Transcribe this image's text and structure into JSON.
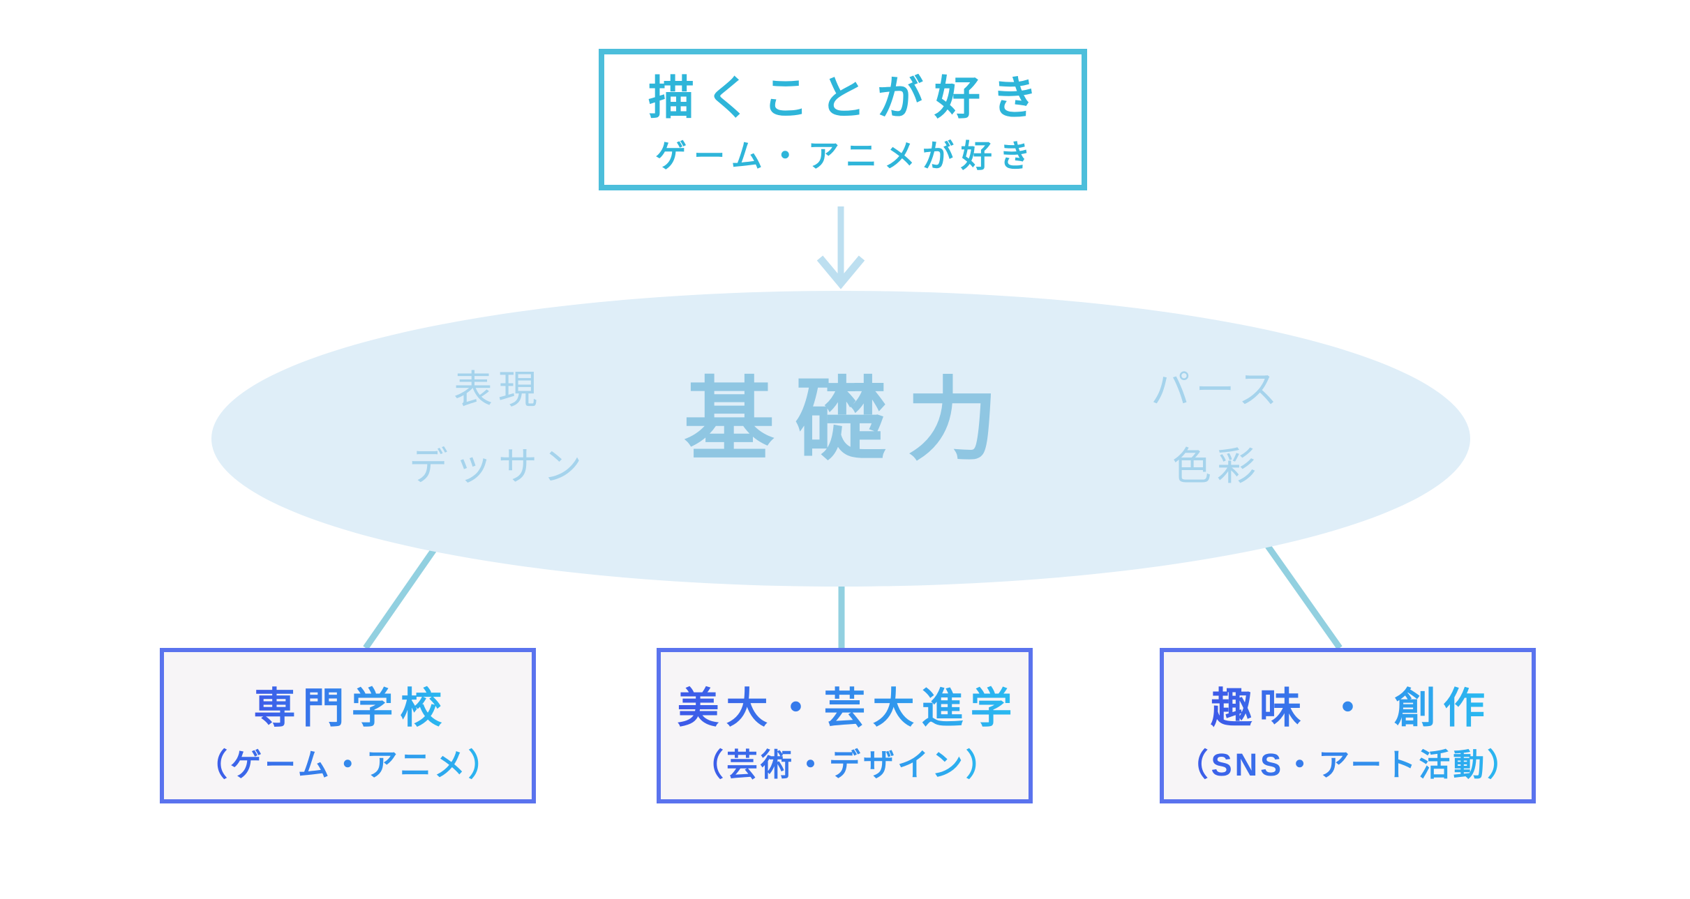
{
  "diagram": {
    "top_box": {
      "title": "描くことが好き",
      "subtitle": "ゲーム・アニメが好き"
    },
    "center_ellipse": {
      "main_label": "基礎力",
      "left_keywords": [
        "表現",
        "デッサン"
      ],
      "right_keywords": [
        "パース",
        "色彩"
      ]
    },
    "bottom_boxes": [
      {
        "title": "専門学校",
        "subtitle": "（ゲーム・アニメ）"
      },
      {
        "title": "美大・芸大進学",
        "subtitle": "（芸術・デザイン）"
      },
      {
        "title": "趣味 ・ 創作",
        "subtitle": "（SNS・アート活動）"
      }
    ],
    "colors": {
      "top_box_border": "#4CBEDB",
      "top_box_text": "#2EB5D9",
      "arrow": "#BDDFF0",
      "ellipse_fill": "#DFEEF8",
      "ellipse_main_text": "#8FC6E2",
      "ellipse_keyword_text": "#A5D3EC",
      "connector_line": "#92D0E0",
      "bottom_box_border": "#5A73EE",
      "bottom_box_bg": "#F7F5F7",
      "bottom_text_gradient_start": "#3E56E8",
      "bottom_text_gradient_end": "#29BCF0"
    }
  }
}
